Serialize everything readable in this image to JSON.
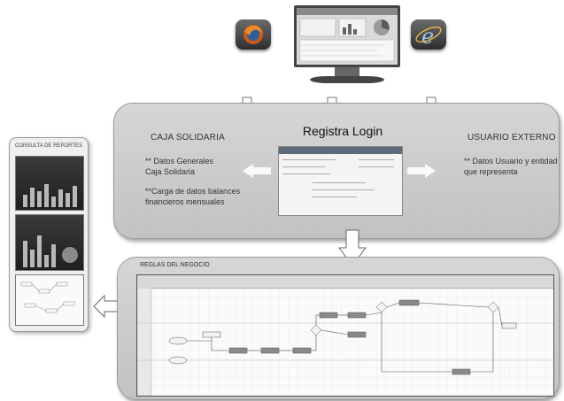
{
  "top": {
    "icons": [
      "firefox-icon",
      "internet-explorer-icon"
    ],
    "monitor": "monitor-screenshot"
  },
  "panel_top": {
    "left_heading": "CAJA SOLIDARIA",
    "left_lines": [
      "** Datos Generales",
      "Caja Solidaria",
      "",
      "**Carga de datos balances",
      "financieros mensuales"
    ],
    "center_title": "Registra Login",
    "right_heading": "USUARIO EXTERNO",
    "right_lines": [
      "** Datos Usuario y entidad",
      "que representa"
    ]
  },
  "side_panel": {
    "title": "CONSULTA DE REPORTES"
  },
  "panel_bottom": {
    "title": "REGLAS DEL NEGOCIO"
  },
  "colors": {
    "panel": "#c8c8c8",
    "arrow": "#ffffff",
    "text": "#333333"
  }
}
